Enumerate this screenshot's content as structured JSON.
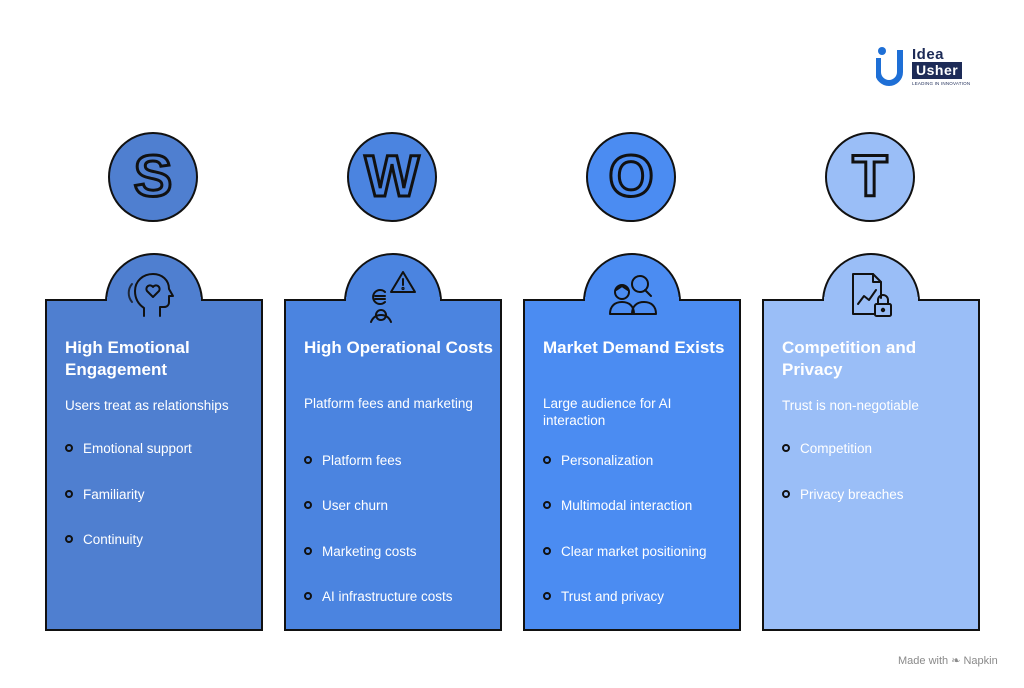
{
  "logo": {
    "line1": "Idea",
    "line2": "Usher",
    "tagline": "LEADING IN INNOVATION"
  },
  "colors": {
    "S": "#4f7fd0",
    "W": "#4b84e0",
    "O": "#4b8cf2",
    "T": "#9abef7",
    "outline": "#111111"
  },
  "quadrants": [
    {
      "letter": "S",
      "icon": "heart-head-icon",
      "title": "High Emotional Engagement",
      "subtitle": "Users treat as relationships",
      "items": [
        "Emotional support",
        "Familiarity",
        "Continuity"
      ]
    },
    {
      "letter": "W",
      "icon": "cost-warning-icon",
      "title": "High Operational Costs",
      "subtitle": "Platform fees and marketing",
      "items": [
        "Platform fees",
        "User churn",
        "Marketing costs",
        "AI infrastructure costs"
      ]
    },
    {
      "letter": "O",
      "icon": "audience-icon",
      "title": "Market Demand Exists",
      "subtitle": "Large audience for AI interaction",
      "items": [
        "Personalization",
        "Multimodal interaction",
        "Clear market positioning",
        "Trust and privacy"
      ]
    },
    {
      "letter": "T",
      "icon": "secure-document-icon",
      "title": "Competition and Privacy",
      "subtitle": "Trust is non-negotiable",
      "items": [
        "Competition",
        "Privacy breaches"
      ]
    }
  ],
  "footer": {
    "text": "Made with",
    "brand": "Napkin"
  }
}
